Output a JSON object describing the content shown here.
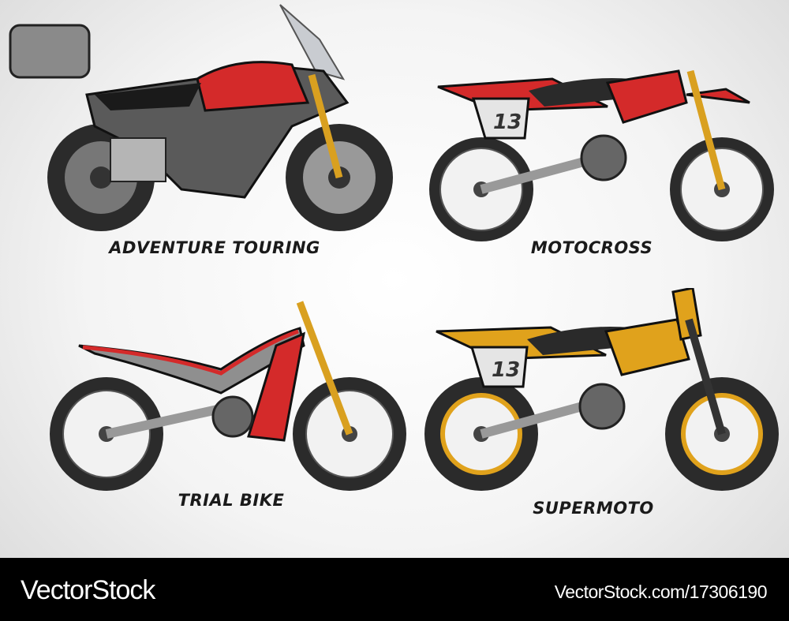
{
  "bikes": [
    {
      "label": "ADVENTURE TOURING",
      "accent": "#d42a2a",
      "race_number": ""
    },
    {
      "label": "MOTOCROSS",
      "accent": "#d42a2a",
      "race_number": "13"
    },
    {
      "label": "TRIAL BIKE",
      "accent": "#d42a2a",
      "race_number": ""
    },
    {
      "label": "SUPERMOTO",
      "accent": "#e0a21c",
      "race_number": "13"
    }
  ],
  "watermark": {
    "brand": "VectorStock",
    "url": "VectorStock.com/17306190"
  }
}
